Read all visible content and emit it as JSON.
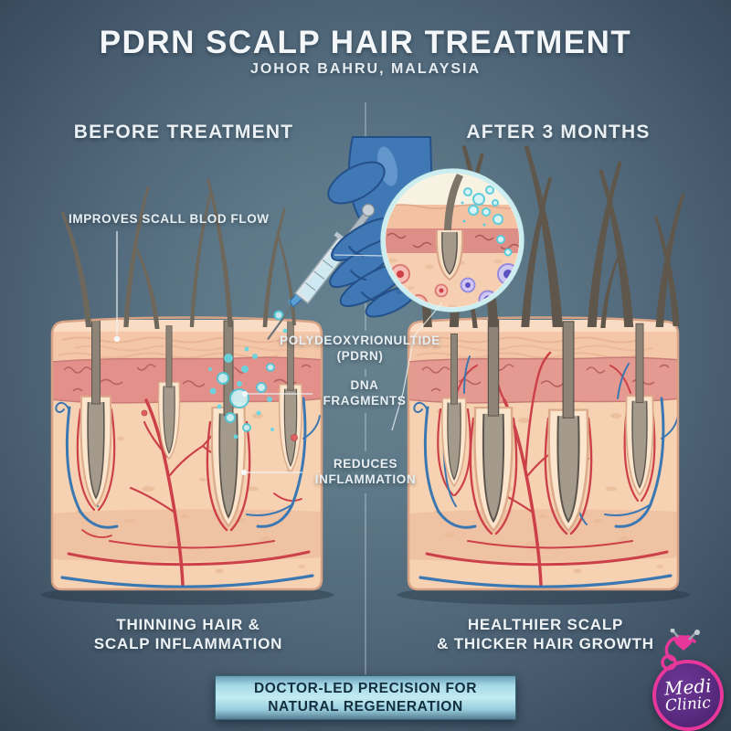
{
  "header": {
    "title": "PDRN SCALP HAIR TREATMENT",
    "subtitle": "JOHOR BAHRU, MALAYSIA"
  },
  "panels": {
    "before": {
      "heading": "BEFORE TREATMENT",
      "caption_line1": "THINNING HAIR &",
      "caption_line2": "SCALP INFLAMMATION"
    },
    "after": {
      "heading": "AFTER 3 MONTHS",
      "caption_line1": "HEALTHIER SCALP",
      "caption_line2": "& THICKER HAIR GROWTH"
    }
  },
  "annotations": {
    "blood_flow": "IMPROVES SCALL BLOD FLOW",
    "pdrn_line1": "POLYDEOXYRIONULTIDE",
    "pdrn_line2": "(PDRN)",
    "dna_line1": "DNA",
    "dna_line2": "FRAGMENTS",
    "inflammation_line1": "REDUCES",
    "inflammation_line2": "INFLAMMATION"
  },
  "banner": {
    "line1": "DOCTOR-LED PRECISION FOR",
    "line2": "NATURAL REGENERATION"
  },
  "logo": {
    "line1": "Medi",
    "line2": "Clinic"
  },
  "colors": {
    "background_center": "#5d7888",
    "background_edge": "#344456",
    "banner_light": "#c2ebf3",
    "banner_text": "#132e3d",
    "logo_purple": "#5a2b80",
    "logo_pink": "#e8379b",
    "glove_blue": "#4078b6",
    "spray_teal": "#5ad2de",
    "artery_red": "#cc4149",
    "vein_blue": "#3b78b2",
    "skin_light": "#f6d2b2",
    "dermis_pink": "#e29089",
    "hair_gray": "#6e675c"
  }
}
